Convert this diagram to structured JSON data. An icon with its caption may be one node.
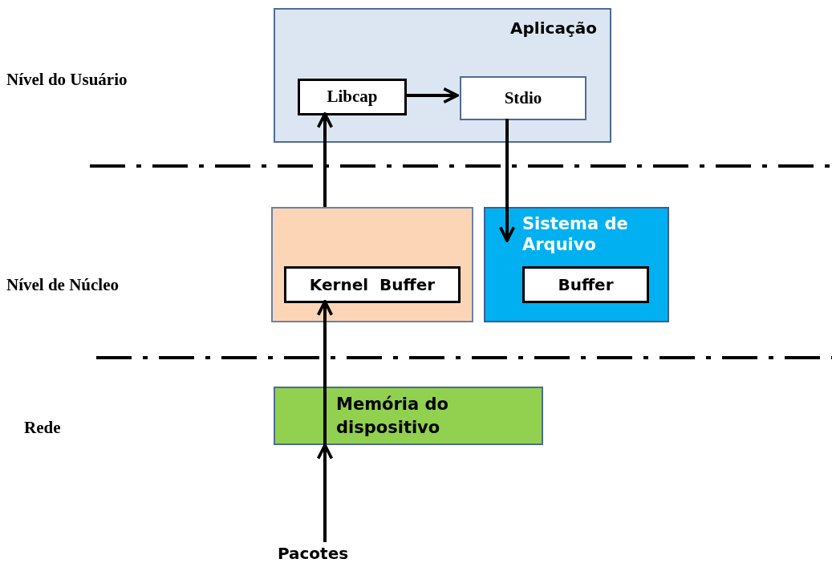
{
  "diagram": {
    "nodes": [
      {
        "text": [
          "Aplicação"
        ]
      },
      {
        "text": [
          "Libcap"
        ],
        "in": 0
      },
      {
        "text": [
          "Stdio"
        ],
        "in": 0
      },
      {
        "text": [],
        "shape": "box"
      },
      {
        "text": [
          "Kernel  Buffer"
        ],
        "in": 3
      },
      {
        "text": [
          "Sistema de Arquivo"
        ]
      },
      {
        "text": [
          "Buffer"
        ],
        "in": 5
      },
      {
        "text": [
          "Memória do dispositivo"
        ]
      },
      {
        "text": [
          "Pacotes"
        ]
      }
    ],
    "edges": [
      {
        "from": 1,
        "to": 2,
        "arrow": "to"
      },
      {
        "from": 3,
        "to": 1,
        "arrow": "to"
      },
      {
        "from": 2,
        "to": 5,
        "arrow": "to"
      },
      {
        "from": 8,
        "to": 7,
        "arrow": "to"
      },
      {
        "from": 7,
        "to": 4,
        "arrow": "to"
      }
    ],
    "labels": [
      "Nível do Usuário",
      "Nível de Núcleo",
      "Rede"
    ]
  }
}
